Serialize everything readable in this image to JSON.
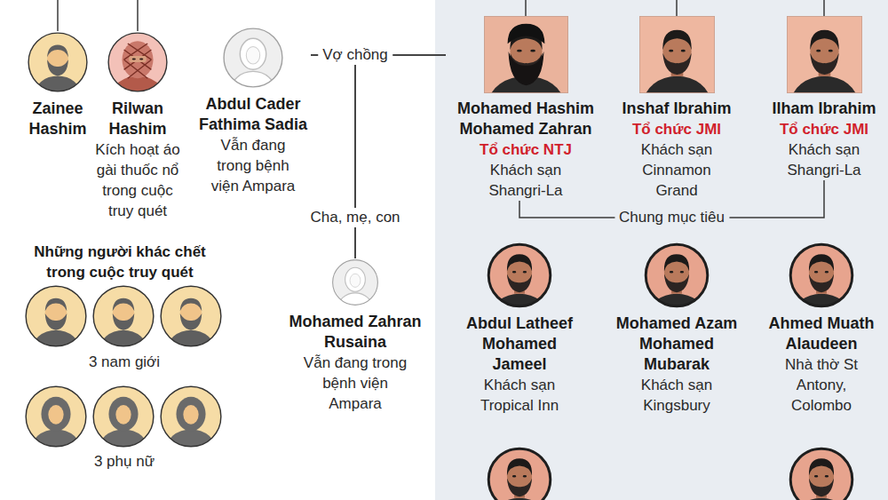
{
  "diagram": {
    "nodes": [
      {
        "text": [
          "Zainee Hashim"
        ]
      },
      {
        "text": [
          "Rilwan Hashim",
          "Kích hoạt áo gài thuốc nổ trong cuộc truy quét"
        ]
      },
      {
        "text": [
          "Abdul Cader Fathima Sadia",
          "Vẫn đang trong bệnh viện Ampara"
        ]
      },
      {
        "text": [
          "Mohamed Hashim Mohamed Zahran",
          "Tổ chức NTJ",
          "Khách sạn Shangri-La"
        ]
      },
      {
        "text": [
          "Inshaf Ibrahim",
          "Tổ chức JMI",
          "Khách sạn Cinnamon Grand"
        ]
      },
      {
        "text": [
          "Ilham Ibrahim",
          "Tổ chức JMI",
          "Khách sạn Shangri-La"
        ]
      },
      {
        "text": [
          "Mohamed Zahran Rusaina",
          "Vẫn đang trong bệnh viện Ampara"
        ]
      },
      {
        "text": [
          "Abdul Latheef Mohamed Jameel",
          "Khách sạn Tropical Inn"
        ]
      },
      {
        "text": [
          "Mohamed Azam Mohamed Mubarak",
          "Khách sạn Kingsbury"
        ]
      },
      {
        "text": [
          "Ahmed Muath Alaudeen",
          "Nhà thờ St Antony, Colombo"
        ]
      }
    ],
    "edges": [
      {
        "from": 2,
        "to": 3,
        "label": "Vợ chồng",
        "arrow": "none"
      },
      {
        "from": 2,
        "to": 6,
        "label": "Cha, mẹ, con",
        "arrow": "none"
      },
      {
        "from": 3,
        "to": 6,
        "arrow": "none"
      },
      {
        "from": 3,
        "to": 5,
        "label": "Chung mục tiêu",
        "arrow": "none"
      }
    ],
    "labels": [
      "Những người khác chết trong cuộc truy quét",
      "3 nam giới",
      "3 phụ nữ"
    ]
  }
}
